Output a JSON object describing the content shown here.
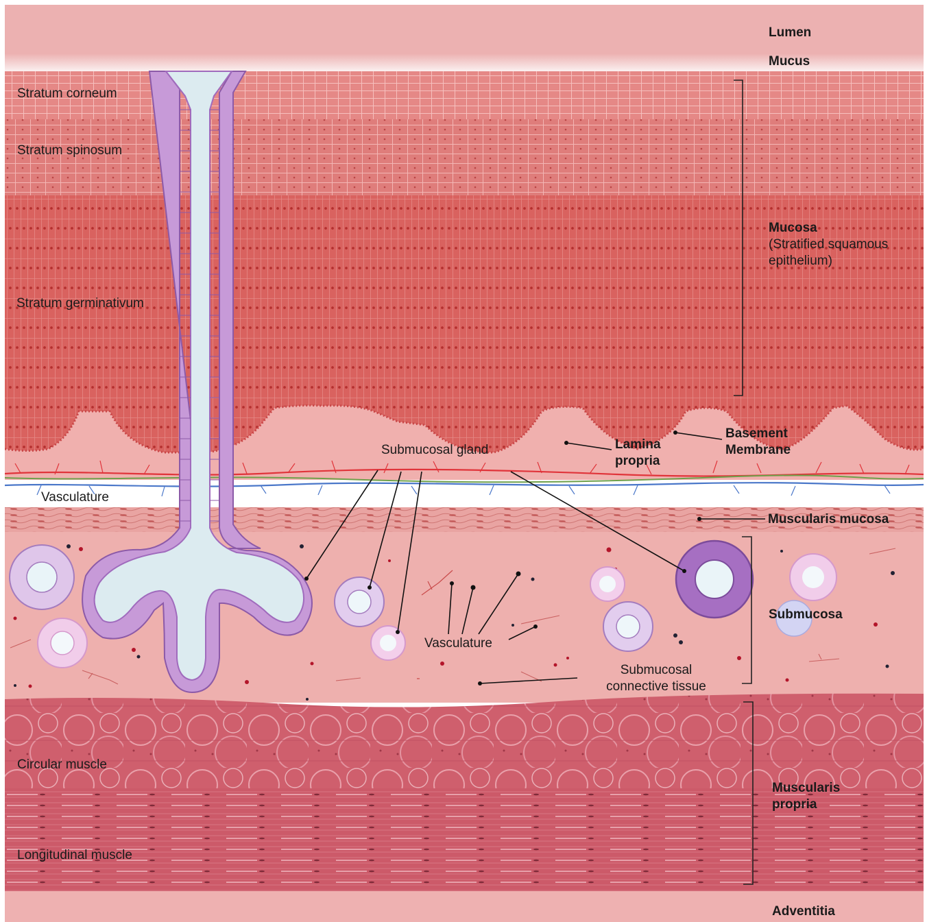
{
  "labels": {
    "lumen": "Lumen",
    "mucus": "Mucus",
    "stratum_corneum": "Stratum corneum",
    "stratum_spinosum": "Stratum spinosum",
    "stratum_germinativum": "Stratum germinativum",
    "mucosa_title": "Mucosa",
    "mucosa_line2": "(Stratified squamous",
    "mucosa_line3": "epithelium)",
    "lamina_line1": "Lamina",
    "lamina_line2": "propria",
    "basement_line1": "Basement",
    "basement_line2": "Membrane",
    "submucosal_gland": "Submucosal gland",
    "vasculature_left": "Vasculature",
    "muscularis_mucosa": "Muscularis mucosa",
    "vasculature_center": "Vasculature",
    "submucosa": "Submucosa",
    "connective_line1": "Submucosal",
    "connective_line2": "connective tissue",
    "circular_muscle": "Circular muscle",
    "longitudinal_muscle": "Longitudinal muscle",
    "muscularis_propria_line1": "Muscularis",
    "muscularis_propria_line2": "propria",
    "adventitia": "Adventitia"
  },
  "colors": {
    "lumen": "#ecb1b1",
    "mucus": "#f4e6e6",
    "epithelium_upper": "#e07f7d",
    "epithelium_lower": "#d9625f",
    "cell_lines": "#f3b9b7",
    "nucleus": "#b8383a",
    "lamina": "#f0b0ae",
    "submucosa": "#eeb0ae",
    "muscularis_mucosa": "#e9a4a2",
    "muscle": "#cc5c6c",
    "muscle_light": "#e48a95",
    "gland_wall": "#c79ad8",
    "gland_dark": "#a66fc2",
    "gland_lumen": "#dcebf0",
    "vessel_red": "#e0343a",
    "vessel_green": "#6fa04a",
    "vessel_blue": "#4a77c9",
    "adventitia": "#eeb1b1"
  }
}
